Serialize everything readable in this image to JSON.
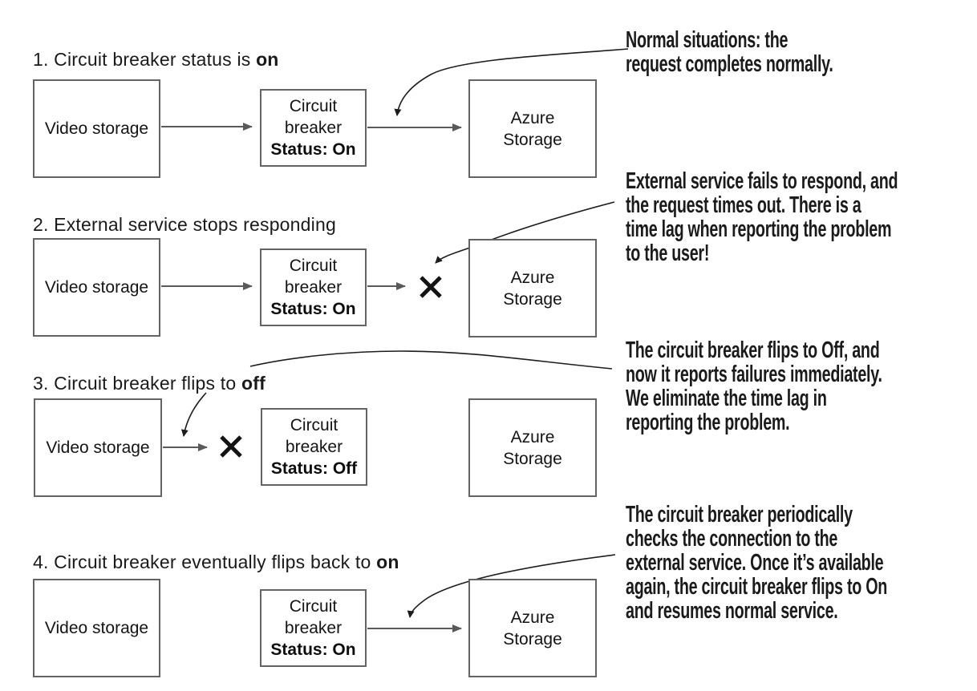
{
  "figure": {
    "rows": [
      {
        "step_title": "1. Circuit breaker status is ",
        "step_title_bold": "on",
        "video_label": "Video storage",
        "breaker_label": "Circuit\nbreaker",
        "breaker_status": "Status: On",
        "azure_label": "Azure\nStorage",
        "annotation": "Normal situations: the\nrequest completes normally."
      },
      {
        "step_title": "2. External service stops responding",
        "step_title_bold": "",
        "video_label": "Video storage",
        "breaker_label": "Circuit\nbreaker",
        "breaker_status": "Status: On",
        "azure_label": "Azure\nStorage",
        "annotation": "External service fails to respond, and\nthe request times out. There is a\ntime lag when reporting the problem\nto the user!"
      },
      {
        "step_title": "3. Circuit breaker flips to ",
        "step_title_bold": "off",
        "video_label": "Video storage",
        "breaker_label": "Circuit\nbreaker",
        "breaker_status": "Status: Off",
        "azure_label": "Azure\nStorage",
        "annotation": "The circuit breaker flips to Off, and\nnow it reports failures immediately.\nWe eliminate the time lag in\nreporting the problem."
      },
      {
        "step_title": "4. Circuit breaker eventually flips back to ",
        "step_title_bold": "on",
        "video_label": "Video storage",
        "breaker_label": "Circuit\nbreaker",
        "breaker_status": "Status: On",
        "azure_label": "Azure\nStorage",
        "annotation": "The circuit breaker periodically\nchecks the connection to the\nexternal service. Once it’s available\nagain, the circuit breaker flips to On\nand resumes normal service."
      }
    ],
    "icons": {
      "failure_x": "failure-x-icon",
      "flow_arrow": "flow-arrow-icon",
      "callout_leader": "callout-leader-line"
    },
    "colors": {
      "box_border": "#646464",
      "flow_arrow": "#5a5a5a",
      "leader_line": "#1c1c1c",
      "text": "#141414"
    }
  }
}
